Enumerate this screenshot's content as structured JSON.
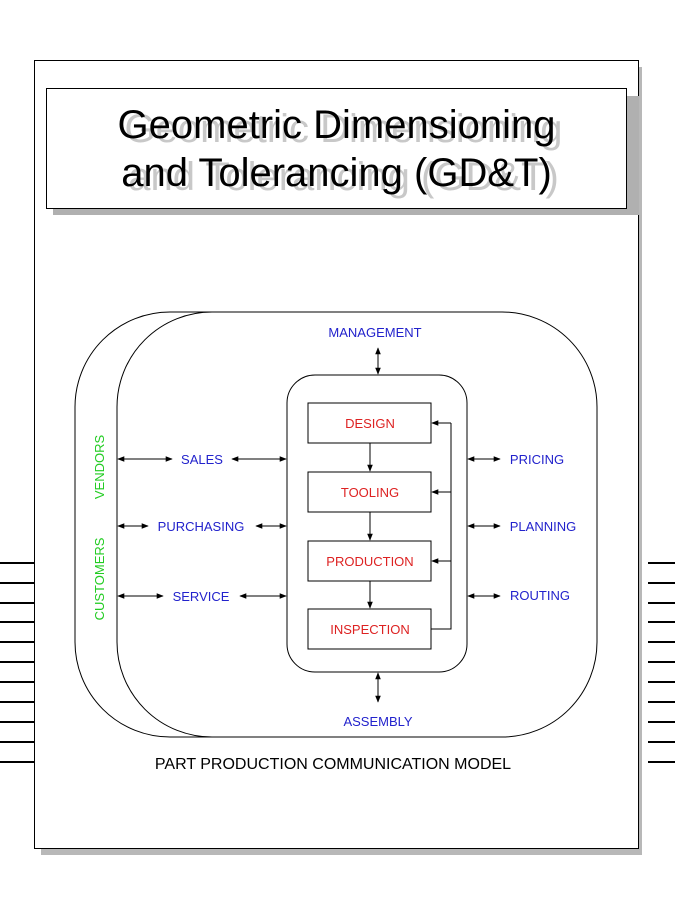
{
  "title": {
    "line1": "Geometric Dimensioning",
    "line2": "and Tolerancing (GD&T)"
  },
  "diagram": {
    "top_label": "MANAGEMENT",
    "bottom_label": "ASSEMBLY",
    "side_labels": [
      "VENDORS",
      "CUSTOMERS"
    ],
    "left_labels": [
      "SALES",
      "PURCHASING",
      "SERVICE"
    ],
    "right_labels": [
      "PRICING",
      "PLANNING",
      "ROUTING"
    ],
    "process_steps": [
      "DESIGN",
      "TOOLING",
      "PRODUCTION",
      "INSPECTION"
    ],
    "caption": "PART PRODUCTION COMMUNICATION MODEL"
  },
  "colors": {
    "department_text": "#2222cc",
    "process_text": "#dd2222",
    "side_text": "#22cc22",
    "line": "#000000"
  }
}
